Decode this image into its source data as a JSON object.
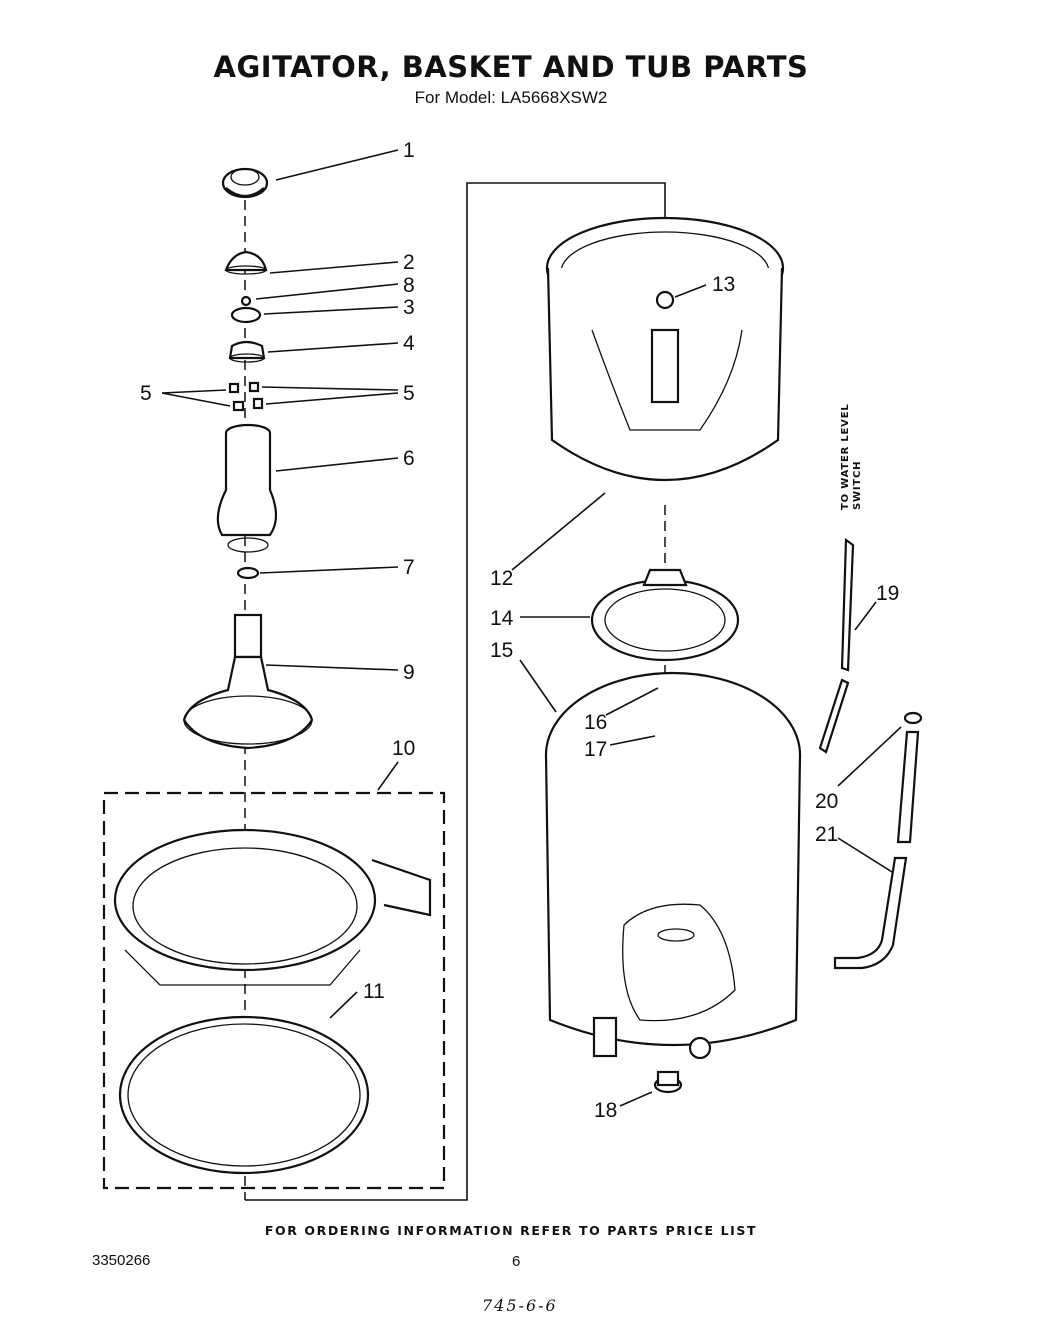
{
  "header": {
    "title": "AGITATOR, BASKET AND TUB PARTS",
    "subtitle": "For Model: LA5668XSW2"
  },
  "parts": {
    "p1": "1",
    "p2": "2",
    "p8": "8",
    "p3": "3",
    "p4": "4",
    "p5a": "5",
    "p5b": "5",
    "p6": "6",
    "p7": "7",
    "p9": "9",
    "p10": "10",
    "p11": "11",
    "p12": "12",
    "p13": "13",
    "p14": "14",
    "p15": "15",
    "p16": "16",
    "p17": "17",
    "p18": "18",
    "p19": "19",
    "p20": "20",
    "p21": "21"
  },
  "annotations": {
    "water_level_line1": "TO WATER LEVEL",
    "water_level_line2": "SWITCH"
  },
  "footer": {
    "note": "FOR ORDERING INFORMATION REFER TO PARTS PRICE LIST",
    "doc_number": "3350266",
    "page_number": "6",
    "handwritten": "745-6-6"
  }
}
